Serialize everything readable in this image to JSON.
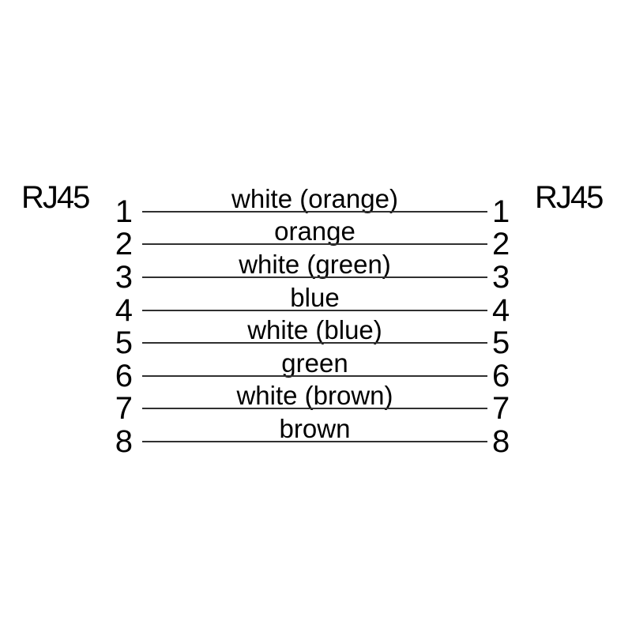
{
  "diagram": {
    "left_connector_label": "RJ45",
    "right_connector_label": "RJ45",
    "wires": [
      {
        "pin_left": "1",
        "pin_right": "1",
        "color_label": "white (orange)"
      },
      {
        "pin_left": "2",
        "pin_right": "2",
        "color_label": "orange"
      },
      {
        "pin_left": "3",
        "pin_right": "3",
        "color_label": "white (green)"
      },
      {
        "pin_left": "4",
        "pin_right": "4",
        "color_label": "blue"
      },
      {
        "pin_left": "5",
        "pin_right": "5",
        "color_label": "white (blue)"
      },
      {
        "pin_left": "6",
        "pin_right": "6",
        "color_label": "green"
      },
      {
        "pin_left": "7",
        "pin_right": "7",
        "color_label": "white (brown)"
      },
      {
        "pin_left": "8",
        "pin_right": "8",
        "color_label": "brown"
      }
    ]
  },
  "colors": {
    "background": "#ffffff",
    "text": "#000000",
    "wire_line": "#303030"
  }
}
